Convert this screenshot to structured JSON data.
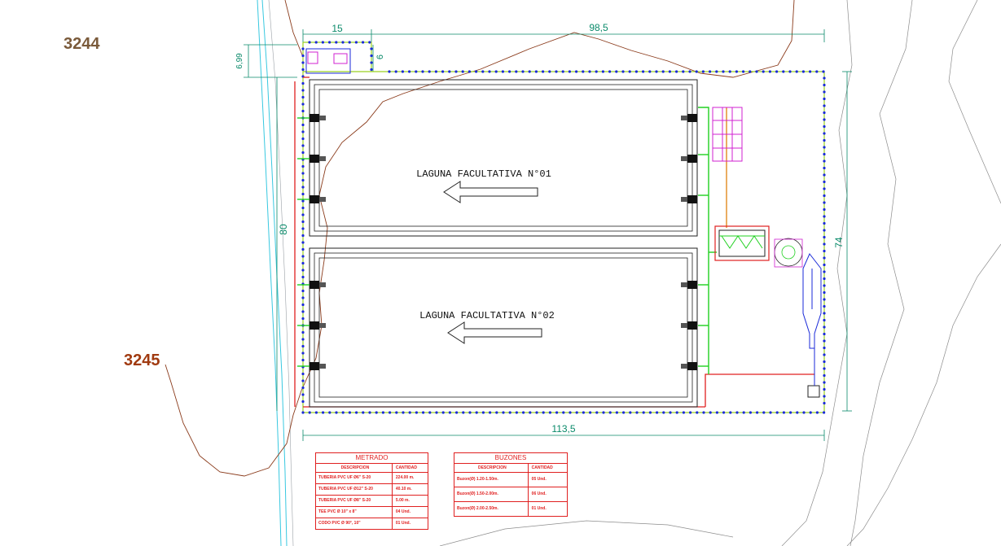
{
  "contours": {
    "upper": "3244",
    "lower": "3245"
  },
  "dimensions": {
    "top_left": "15",
    "top_main": "98,5",
    "small_vertical_left": "6,99",
    "small_vertical_right": "6",
    "left_height": "80",
    "right_height": "74",
    "bottom_width": "113,5"
  },
  "lagoons": [
    {
      "label": "LAGUNA FACULTATIVA N°01"
    },
    {
      "label": "LAGUNA FACULTATIVA N°02"
    }
  ],
  "tables": {
    "metrado": {
      "title": "METRADO",
      "headers": [
        "DESCRIPCION",
        "CANTIDAD"
      ],
      "rows": [
        [
          "TUBERIA PVC UF Ø6\" S-20",
          "224.00 m."
        ],
        [
          "TUBERIA PVC UF Ø12\" S-20",
          "40.10 m."
        ],
        [
          "TUBERIA PVC UF Ø8\" S-20",
          "5.00 m."
        ],
        [
          "TEE PVC Ø 10\" x 8\"",
          "04 Und."
        ],
        [
          "CODO PVC Ø 90°, 10\"",
          "01 Und."
        ]
      ]
    },
    "buzones": {
      "title": "BUZONES",
      "headers": [
        "DESCRIPCION",
        "CANTIDAD"
      ],
      "rows": [
        [
          "Buzon(Ø) 1.20-1.50m.",
          "05 Und."
        ],
        [
          "Buzon(Ø) 1.50-2.00m.",
          "06 Und."
        ],
        [
          "Buzon(Ø) 2.00-2.50m.",
          "01 Und."
        ]
      ]
    }
  },
  "colors": {
    "boundary": "#0a8a6a",
    "posts": "#1a2ad8",
    "contour": "#8a3a1a",
    "river": "#38c8e0",
    "pipe_red": "#e02020",
    "pipe_green": "#20d020",
    "magenta": "#d020d0",
    "orange": "#e08a20",
    "label_3244": "#7a5a3a",
    "label_3245": "#a03a10"
  }
}
